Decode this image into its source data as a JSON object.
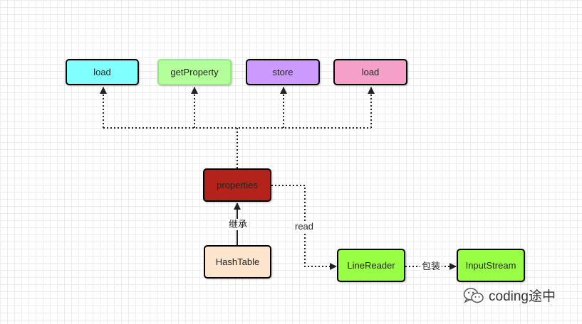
{
  "nodes": {
    "load_1": {
      "label": "load",
      "fill": "#80ffff"
    },
    "getProperty": {
      "label": "getProperty",
      "fill": "#b3ff99",
      "border": "#99e680"
    },
    "store": {
      "label": "store",
      "fill": "#cc99ff"
    },
    "load_2": {
      "label": "load",
      "fill": "#f5a0c8"
    },
    "properties": {
      "label": "properties",
      "fill": "#b3231b"
    },
    "hashtable": {
      "label": "HashTable",
      "fill": "#fde4cc"
    },
    "linereader": {
      "label": "LineReader",
      "fill": "#99ff44"
    },
    "inputstream": {
      "label": "InputStream",
      "fill": "#99ff44"
    }
  },
  "edges": {
    "inherit_label": "继承",
    "read_label": "read",
    "wrap_label": "包装"
  },
  "watermark": {
    "text": "coding途中",
    "icon": "wechat-icon"
  }
}
